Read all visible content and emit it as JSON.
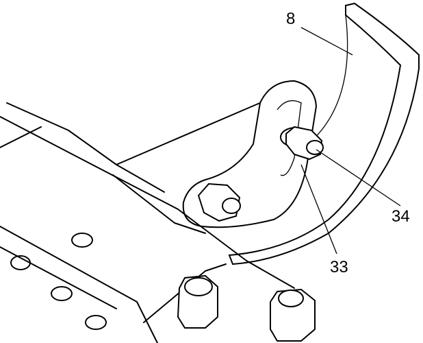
{
  "callouts": {
    "part_8": "8",
    "part_34": "34",
    "part_33": "33"
  }
}
